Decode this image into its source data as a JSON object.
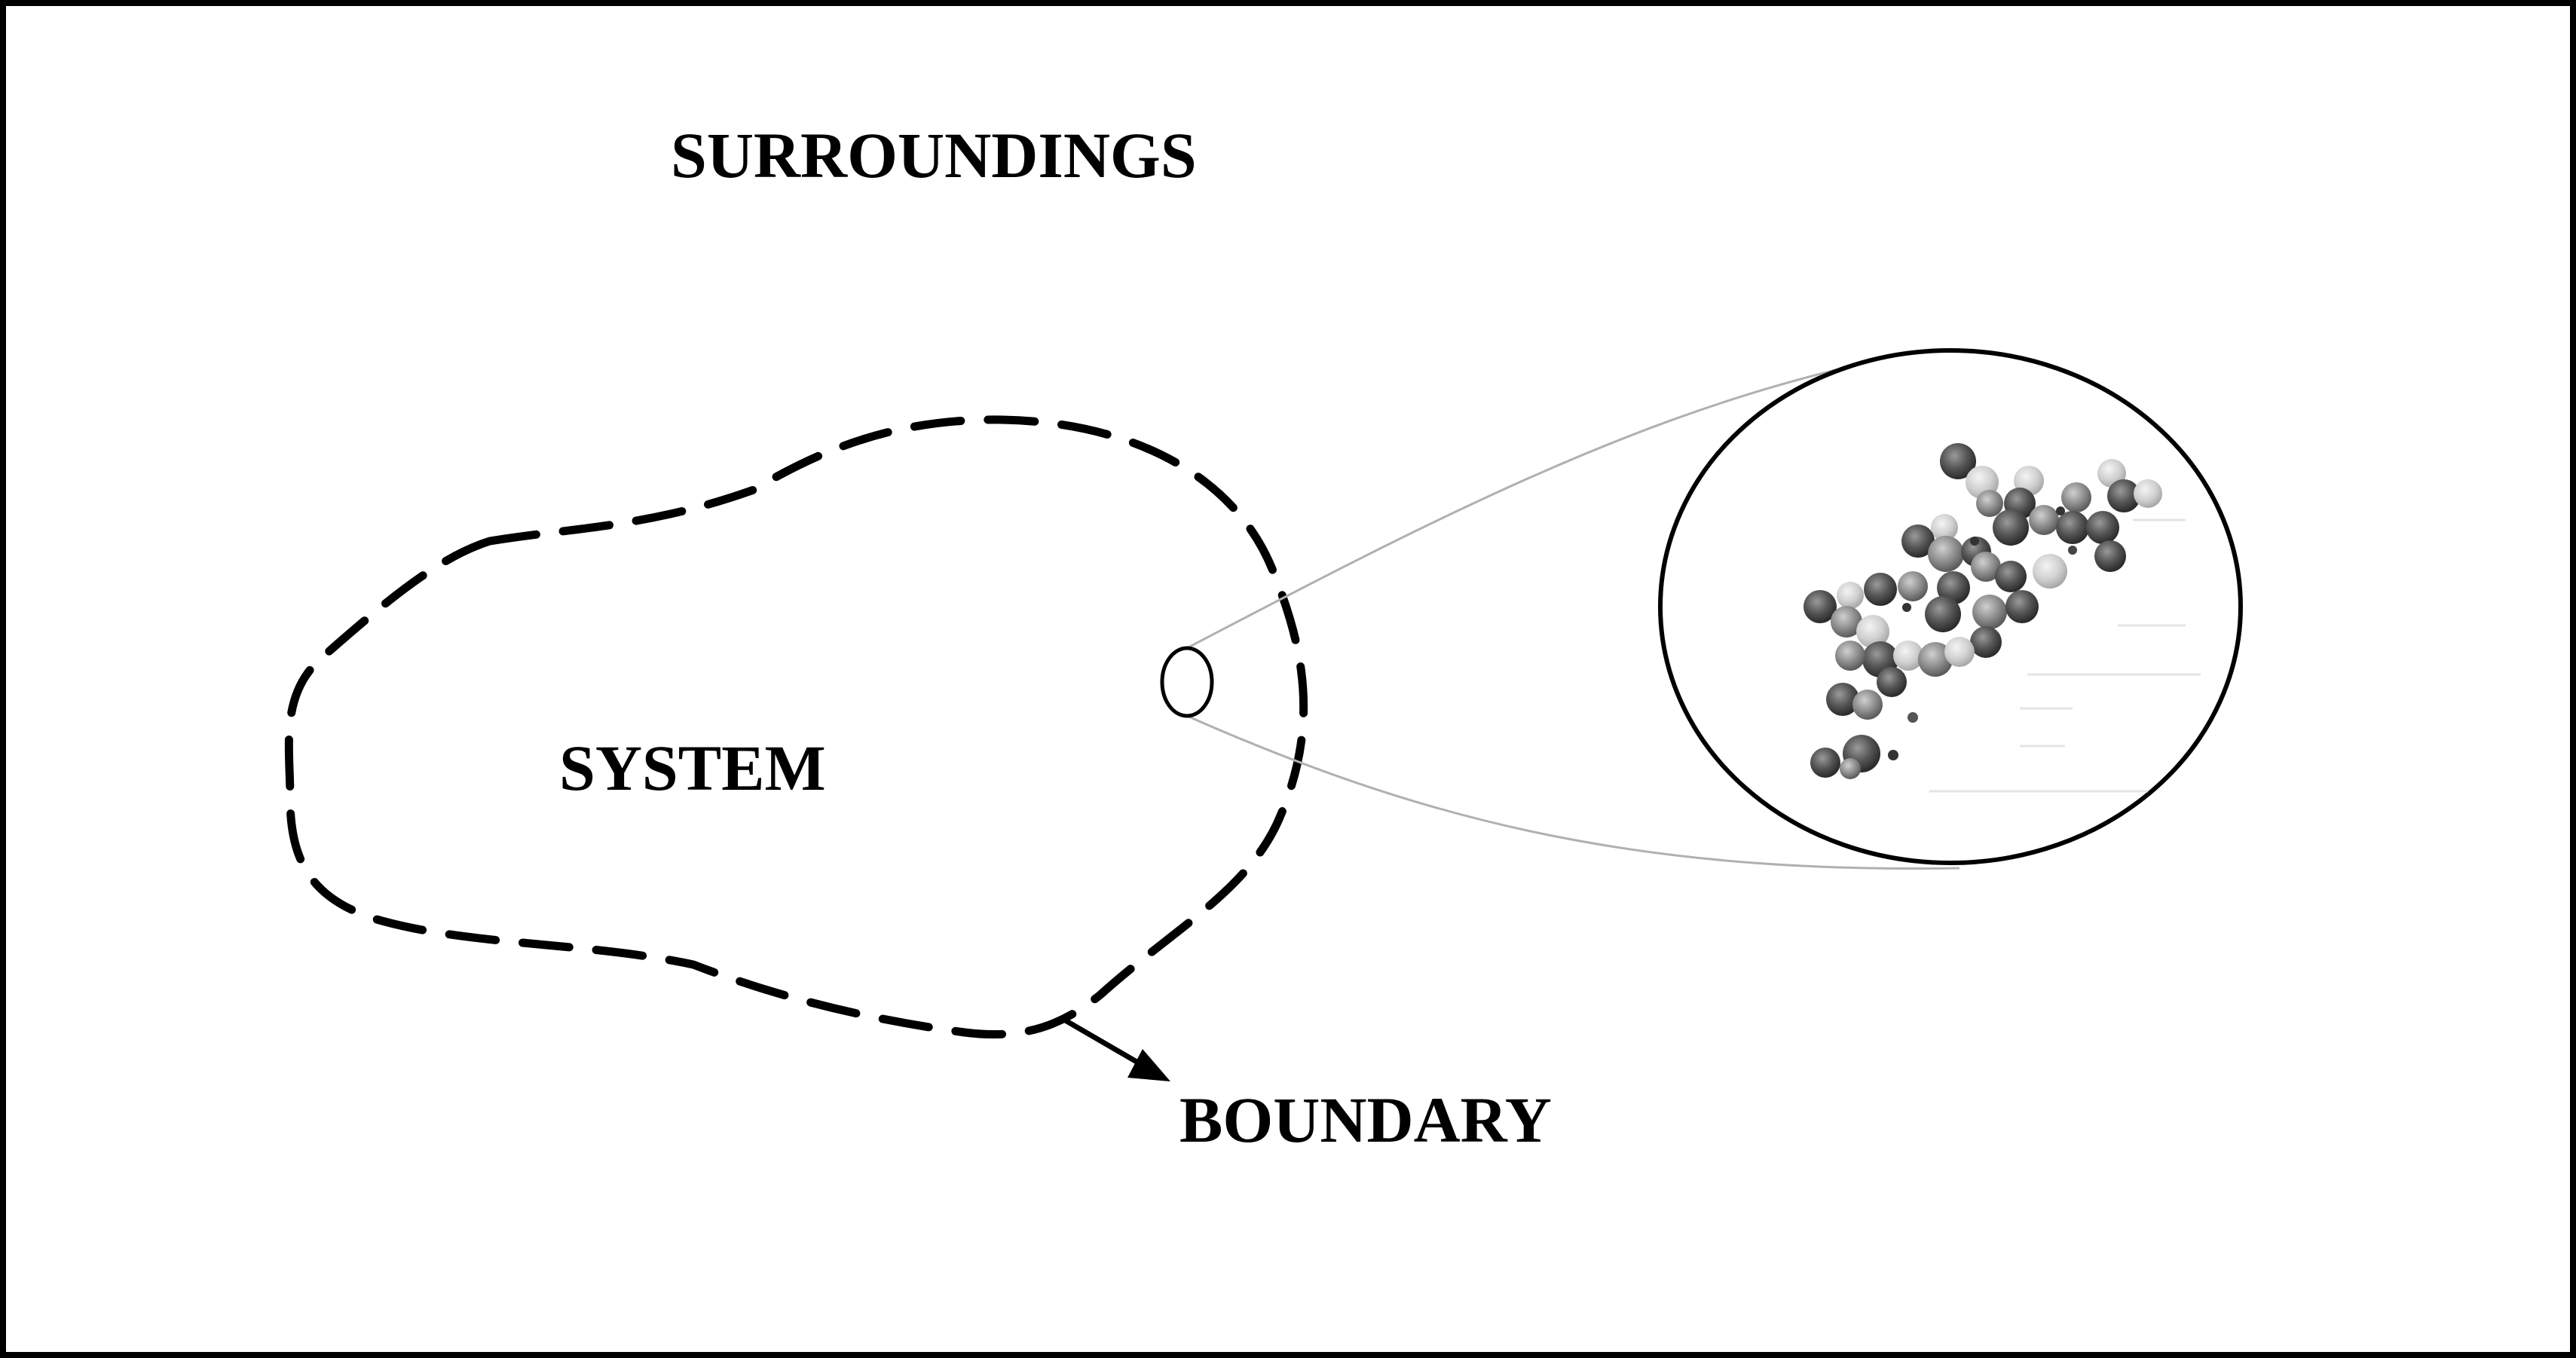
{
  "labels": {
    "surroundings": "SURROUNDINGS",
    "system": "SYSTEM",
    "boundary": "BOUNDARY"
  },
  "colors": {
    "ink": "#000000",
    "background": "#ffffff",
    "zoom_line": "#b0b0b0",
    "particle_dark": "#3a3a3a",
    "particle_mid": "#7a7a7a",
    "particle_light": "#c8c8c8"
  }
}
